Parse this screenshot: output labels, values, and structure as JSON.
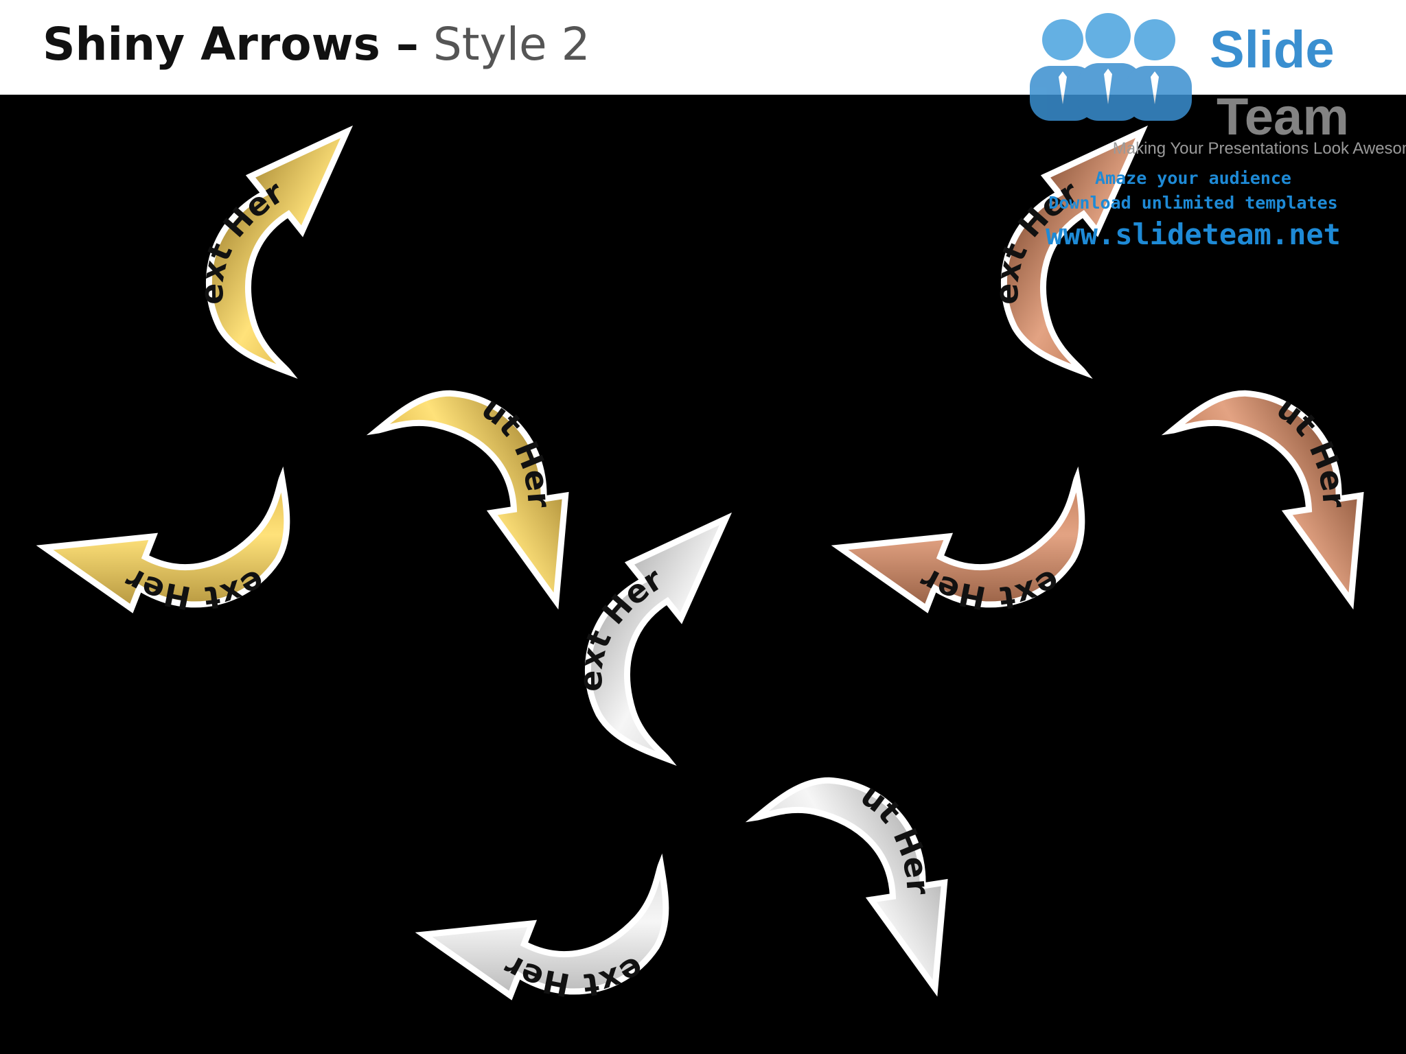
{
  "slide": {
    "title_bold": "Shiny Arrows –",
    "title_light": "Style 2"
  },
  "logo": {
    "word1": "Slide",
    "word2": "Team",
    "tagline": "Making Your Presentations Look Awesome",
    "promo1": "Amaze your audience",
    "promo2": "Download unlimited templates",
    "url": "www.slideteam.net"
  },
  "diagrams": [
    {
      "finish": "gold",
      "colors": {
        "dark": "#7a5a10",
        "mid": "#c79a2a",
        "light": "#ffe27a"
      },
      "arrow_labels": [
        "Text Here",
        "Put Here",
        "Text Here"
      ]
    },
    {
      "finish": "silver",
      "colors": {
        "dark": "#8a8a8a",
        "mid": "#c8c8c8",
        "light": "#f6f6f6"
      },
      "arrow_labels": [
        "Text Here",
        "Put Here",
        "Text Here"
      ]
    },
    {
      "finish": "bronze",
      "colors": {
        "dark": "#5a2a12",
        "mid": "#a8633f",
        "light": "#e3a383"
      },
      "arrow_labels": [
        "Text Here",
        "Put Here",
        "Text Here"
      ]
    }
  ]
}
